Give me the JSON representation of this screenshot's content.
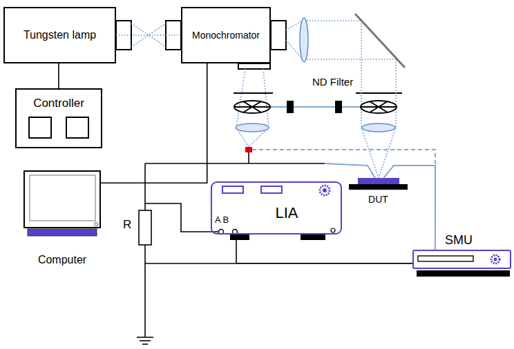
{
  "diagram": {
    "nodes": [
      {
        "text": [
          "Tungsten lamp"
        ]
      },
      {
        "text": [
          "Controller"
        ]
      },
      {
        "text": [
          "Monochromator"
        ]
      },
      {
        "text": [
          "Computer"
        ]
      },
      {
        "text": [
          "LIA"
        ]
      },
      {
        "text": [
          "DUT"
        ]
      },
      {
        "text": [
          "SMU"
        ]
      }
    ],
    "edges": [
      {
        "from": 0,
        "to": 1,
        "arrow": "none"
      },
      {
        "from": 0,
        "to": 2,
        "arrow": "none"
      },
      {
        "from": 2,
        "to": 3,
        "arrow": "none"
      },
      {
        "from": 5,
        "to": 6,
        "arrow": "none"
      },
      {
        "from": 4,
        "to": 6,
        "arrow": "none"
      }
    ],
    "labels": [
      "ND Filter",
      "R",
      "A B"
    ]
  }
}
